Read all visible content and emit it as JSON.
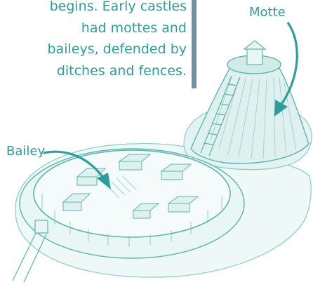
{
  "caption": {
    "lines": [
      "begins. Early castles",
      "had mottes and",
      "baileys, defended by",
      "ditches and fences."
    ]
  },
  "labels": {
    "motte": "Motte",
    "bailey": "Bailey"
  },
  "colors": {
    "text_teal": "#2e9d9b",
    "divider": "#6f93a4",
    "sketch_line": "#5fb3ae",
    "sketch_fill": "#dff1ef",
    "arrow": "#2e9d9b"
  }
}
